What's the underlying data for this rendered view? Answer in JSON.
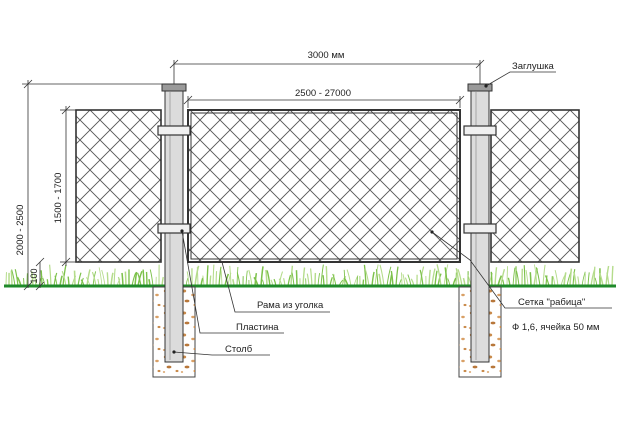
{
  "dimensions": {
    "post_spacing": "3000 мм",
    "panel_width": "2500 - 27000",
    "total_height": "2000 - 2500",
    "panel_height": "1500 - 1700",
    "ground_gap": "100"
  },
  "labels": {
    "cap": "Заглушка",
    "frame": "Рама из уголка",
    "plate": "Пластина",
    "post": "Столб",
    "mesh": "Сетка \"рабица\"",
    "mesh_spec": "Ф 1,6, ячейка 50 мм"
  },
  "colors": {
    "ground_line": "#1f8a2a",
    "grass": "#7cc14a",
    "grass_light": "#b5dc8c",
    "mesh": "#555555",
    "post": "#dcdcdc",
    "concrete_dot": "#c98a4a"
  }
}
